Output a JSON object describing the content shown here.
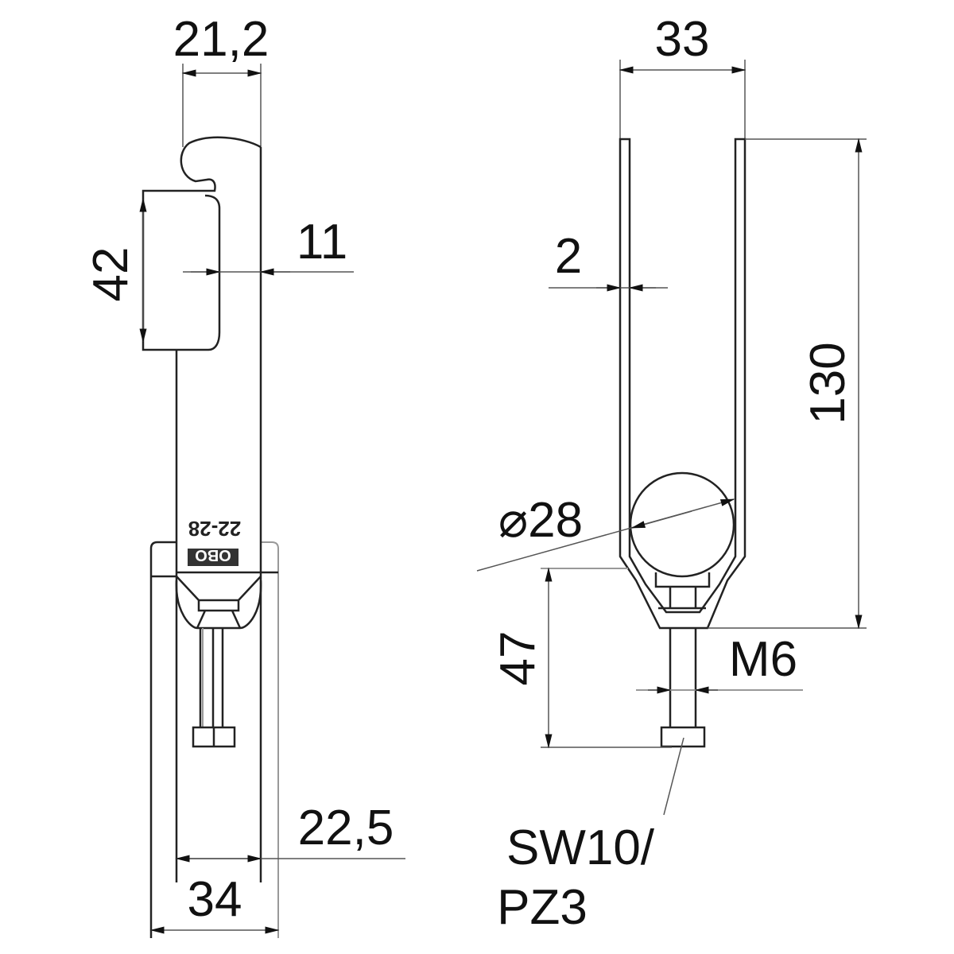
{
  "side_view": {
    "dim_top_width": "21,2",
    "dim_hook_height": "42",
    "dim_hook_depth": "11",
    "dim_inner_width": "22,5",
    "dim_outer_width": "34",
    "marking_size": "22-28",
    "marking_brand": "OBO"
  },
  "front_view": {
    "dim_width": "33",
    "dim_height": "130",
    "dim_thickness": "2",
    "dim_diameter": "⌀28",
    "dim_screw_length": "47",
    "dim_thread": "M6",
    "drive_line1": "SW10/",
    "drive_line2": "PZ3"
  }
}
